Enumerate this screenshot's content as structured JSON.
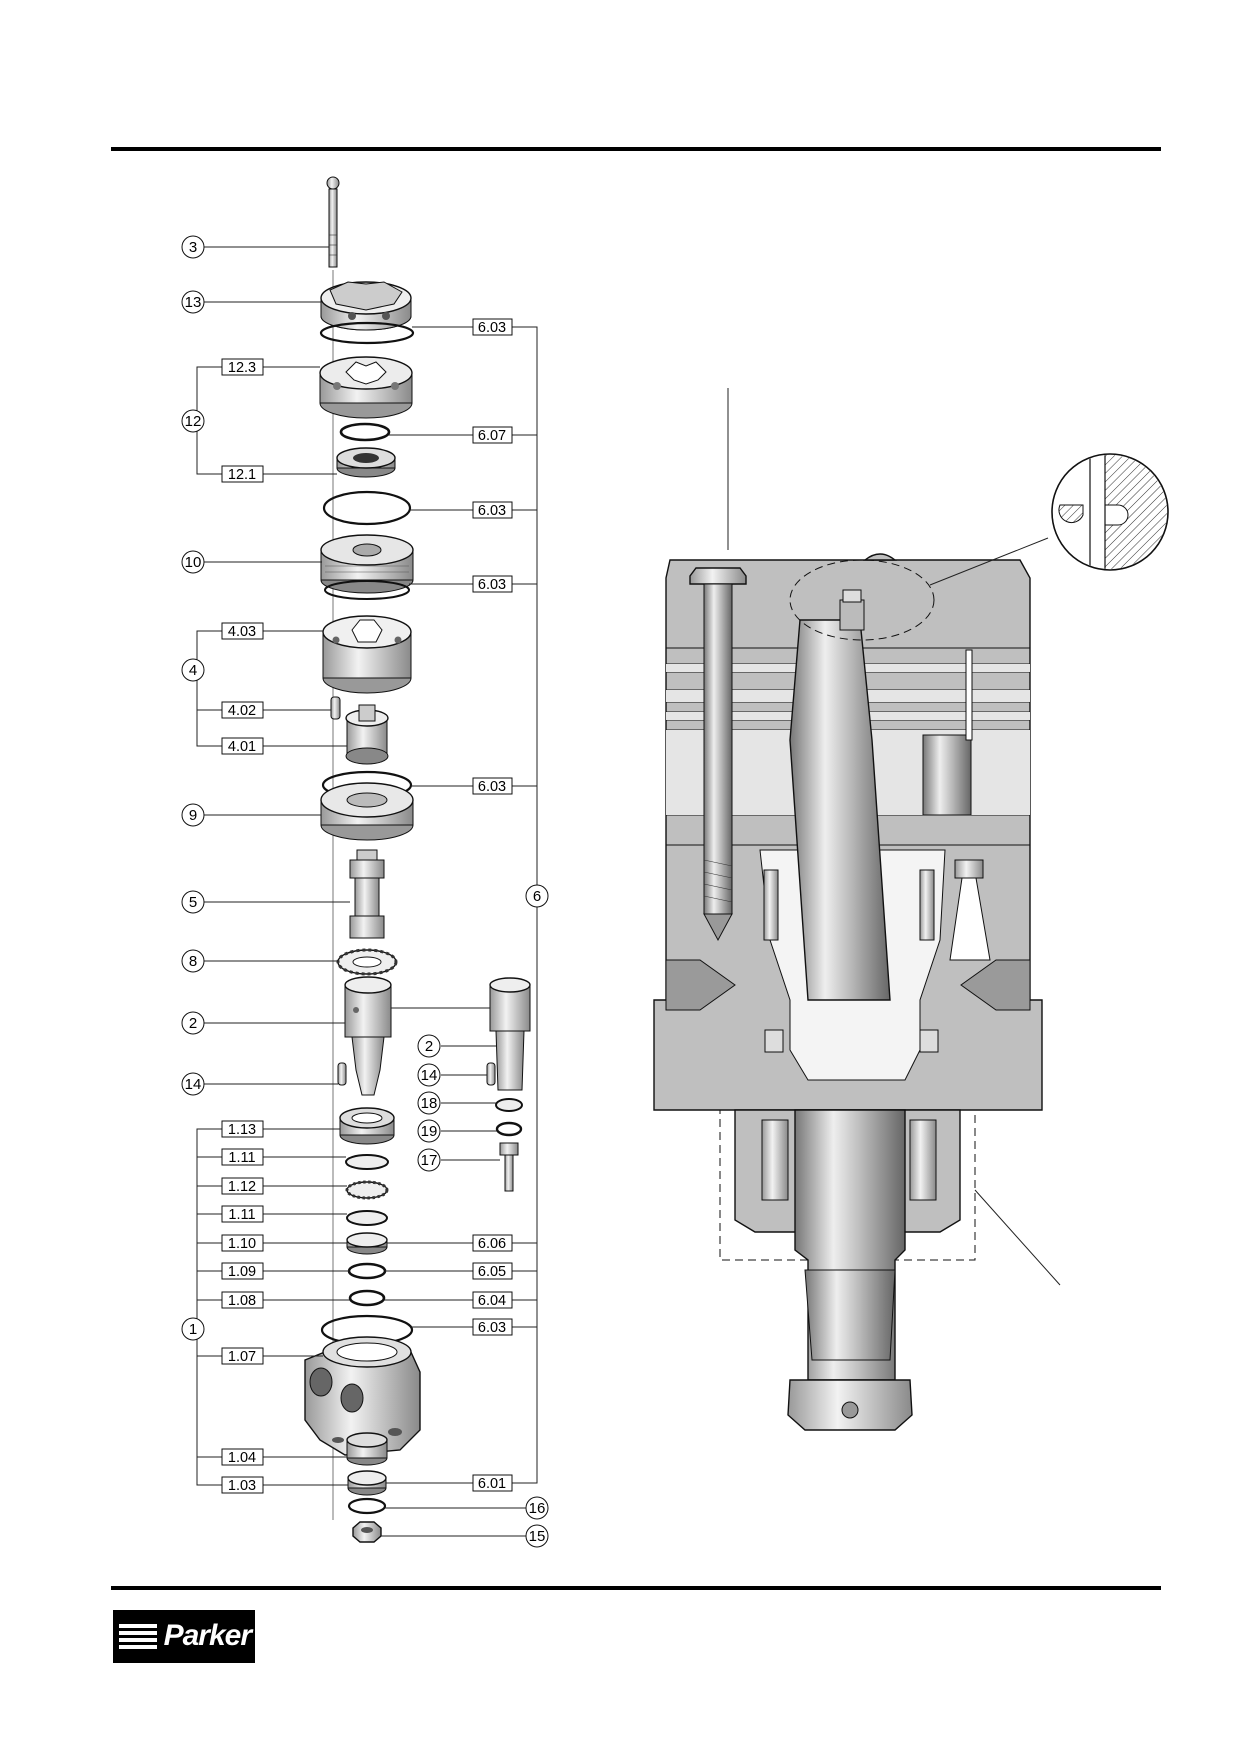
{
  "callouts": [
    "3",
    "13",
    "12",
    "10",
    "4",
    "9",
    "5",
    "8",
    "2",
    "14",
    "1",
    "6",
    "2",
    "14",
    "18",
    "19",
    "17",
    "16",
    "15"
  ],
  "left_boxes": [
    "12.3",
    "12.1",
    "4.03",
    "4.02",
    "4.01",
    "1.13",
    "1.11",
    "1.12",
    "1.11",
    "1.10",
    "1.09",
    "1.08",
    "1.07",
    "1.04",
    "1.03"
  ],
  "right_boxes": [
    "6.03",
    "6.07",
    "6.03",
    "6.03",
    "6.03",
    "6.06",
    "6.05",
    "6.04",
    "6.03",
    "6.01"
  ],
  "brand": {
    "logo_text": "Parker",
    "logo_color": "#000000"
  },
  "colors": {
    "section_gray": "#b8b8b8",
    "part_light": "#dcdcdc",
    "part_dark": "#8a8a8a"
  }
}
